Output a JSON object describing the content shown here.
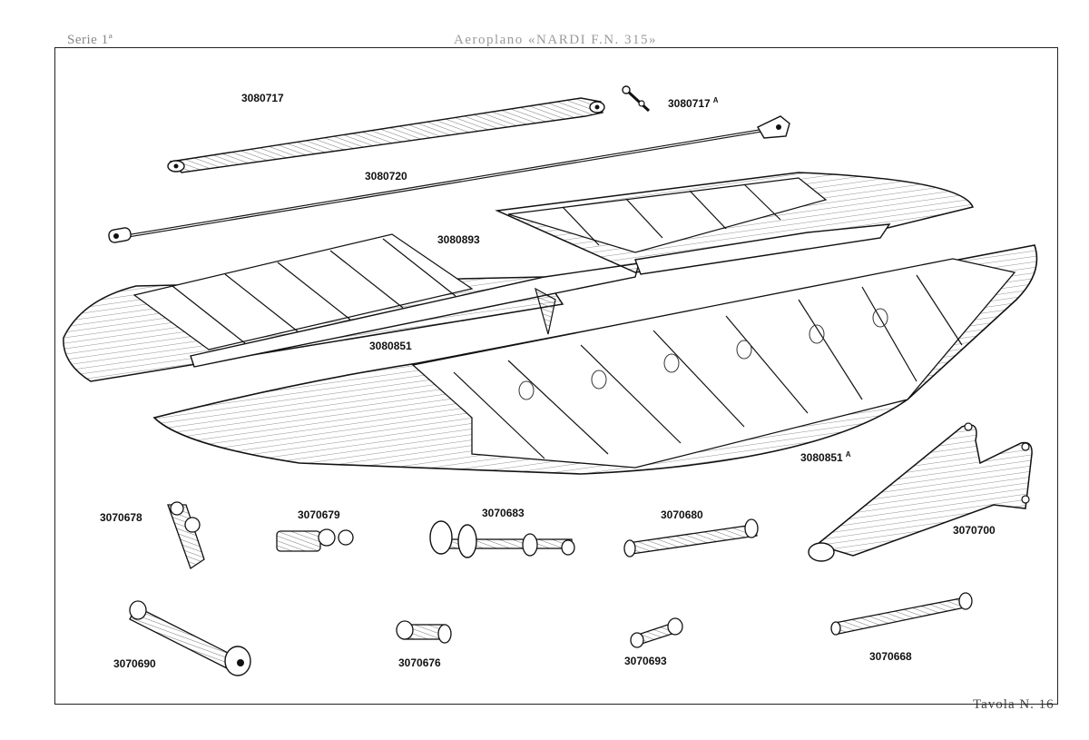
{
  "header": {
    "series": "Serie 1ª",
    "title": "Aeroplano «NARDI F.N. 315»"
  },
  "footer": {
    "plate": "Tavola N. 16"
  },
  "parts": [
    {
      "code": "3080717",
      "suffix": ""
    },
    {
      "code": "3080717",
      "suffix": "A"
    },
    {
      "code": "3080720",
      "suffix": ""
    },
    {
      "code": "3080893",
      "suffix": ""
    },
    {
      "code": "3080851",
      "suffix": ""
    },
    {
      "code": "3080851",
      "suffix": "A"
    },
    {
      "code": "3070678",
      "suffix": ""
    },
    {
      "code": "3070679",
      "suffix": ""
    },
    {
      "code": "3070683",
      "suffix": ""
    },
    {
      "code": "3070680",
      "suffix": ""
    },
    {
      "code": "3070700",
      "suffix": ""
    },
    {
      "code": "3070690",
      "suffix": ""
    },
    {
      "code": "3070676",
      "suffix": ""
    },
    {
      "code": "3070693",
      "suffix": ""
    },
    {
      "code": "3070668",
      "suffix": ""
    }
  ]
}
